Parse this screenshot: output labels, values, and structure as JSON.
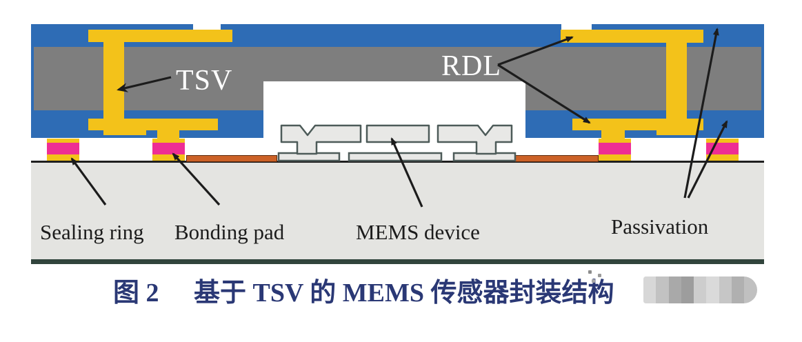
{
  "figure": {
    "type": "cross-section schematic of TSV-based MEMS sensor package",
    "labels": {
      "tsv": "TSV",
      "rdl": "RDL",
      "sealing_ring": "Sealing ring",
      "bonding_pad": "Bonding pad",
      "mems_device": "MEMS device",
      "passivation": "Passivation"
    },
    "caption": {
      "prefix": "图 2",
      "text": "基于 TSV 的 MEMS 传感器封装结构",
      "full": "图 2　基于 TSV 的 MEMS 传感器封装结构"
    },
    "colors": {
      "passivation_blue": "#2e6cb5",
      "silicon_gray": "#7e7e7e",
      "metal_yellow": "#f3c21a",
      "sealing_ring_pink": "#ee2e94",
      "bonding_trace_orange": "#cc6127",
      "substrate_gray": "#e4e4e1",
      "mems_fill": "#e8e8e6",
      "mems_outline": "#4d5b59",
      "substrate_top_line": "#1f1f1f",
      "substrate_bottom_line": "#31443c",
      "label_text": "#1c1c1c",
      "diagram_label_white": "#ffffff",
      "caption_navy": "#2a3875",
      "arrow_black": "#1c1c1c"
    }
  }
}
